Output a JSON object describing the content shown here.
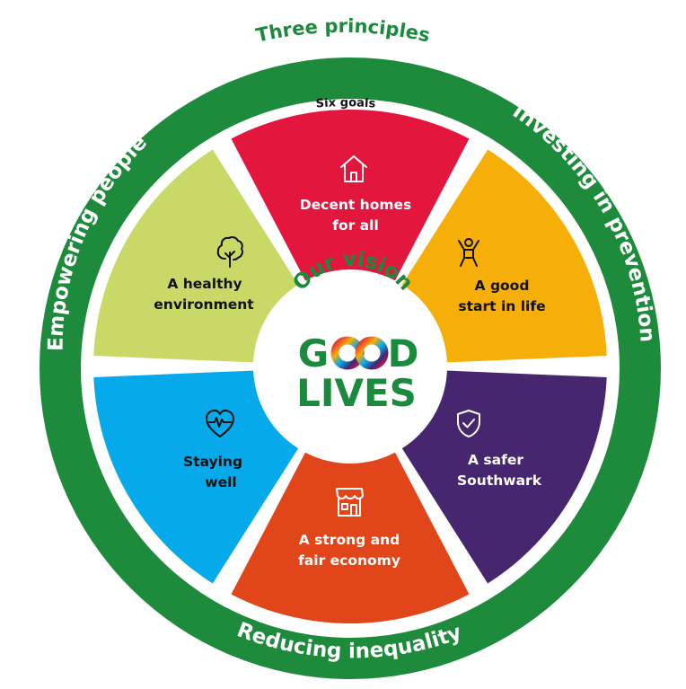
{
  "outer_title": "Three principles",
  "inner_title": "Six goals",
  "principles": [
    {
      "label": "Empowering people"
    },
    {
      "label": "Investing in prevention"
    },
    {
      "label": "Reducing inequality"
    }
  ],
  "center": {
    "vision": "Our vision",
    "line1_left": "G",
    "line1_right": "D",
    "line2": "LIVES"
  },
  "goals": [
    {
      "line1": "Decent homes",
      "line2": "for all",
      "color": "#e3173e",
      "text_color": "#ffffff",
      "icon": "house-icon"
    },
    {
      "line1": "A good",
      "line2": "start in life",
      "color": "#f6ae08",
      "text_color": "#111111",
      "icon": "child-icon"
    },
    {
      "line1": "A safer",
      "line2": "Southwark",
      "color": "#46266f",
      "text_color": "#ffffff",
      "icon": "shield-check-icon"
    },
    {
      "line1": "A strong and",
      "line2": "fair economy",
      "color": "#e1461b",
      "text_color": "#ffffff",
      "icon": "shopfront-icon"
    },
    {
      "line1": "Staying",
      "line2": "well",
      "color": "#06aaea",
      "text_color": "#111111",
      "icon": "heartbeat-icon"
    },
    {
      "line1": "A healthy",
      "line2": "environment",
      "color": "#c9d967",
      "text_color": "#111111",
      "icon": "tree-icon"
    }
  ],
  "colors": {
    "ring": "#1d8a3c",
    "brand_green": "#1a8a3c"
  }
}
